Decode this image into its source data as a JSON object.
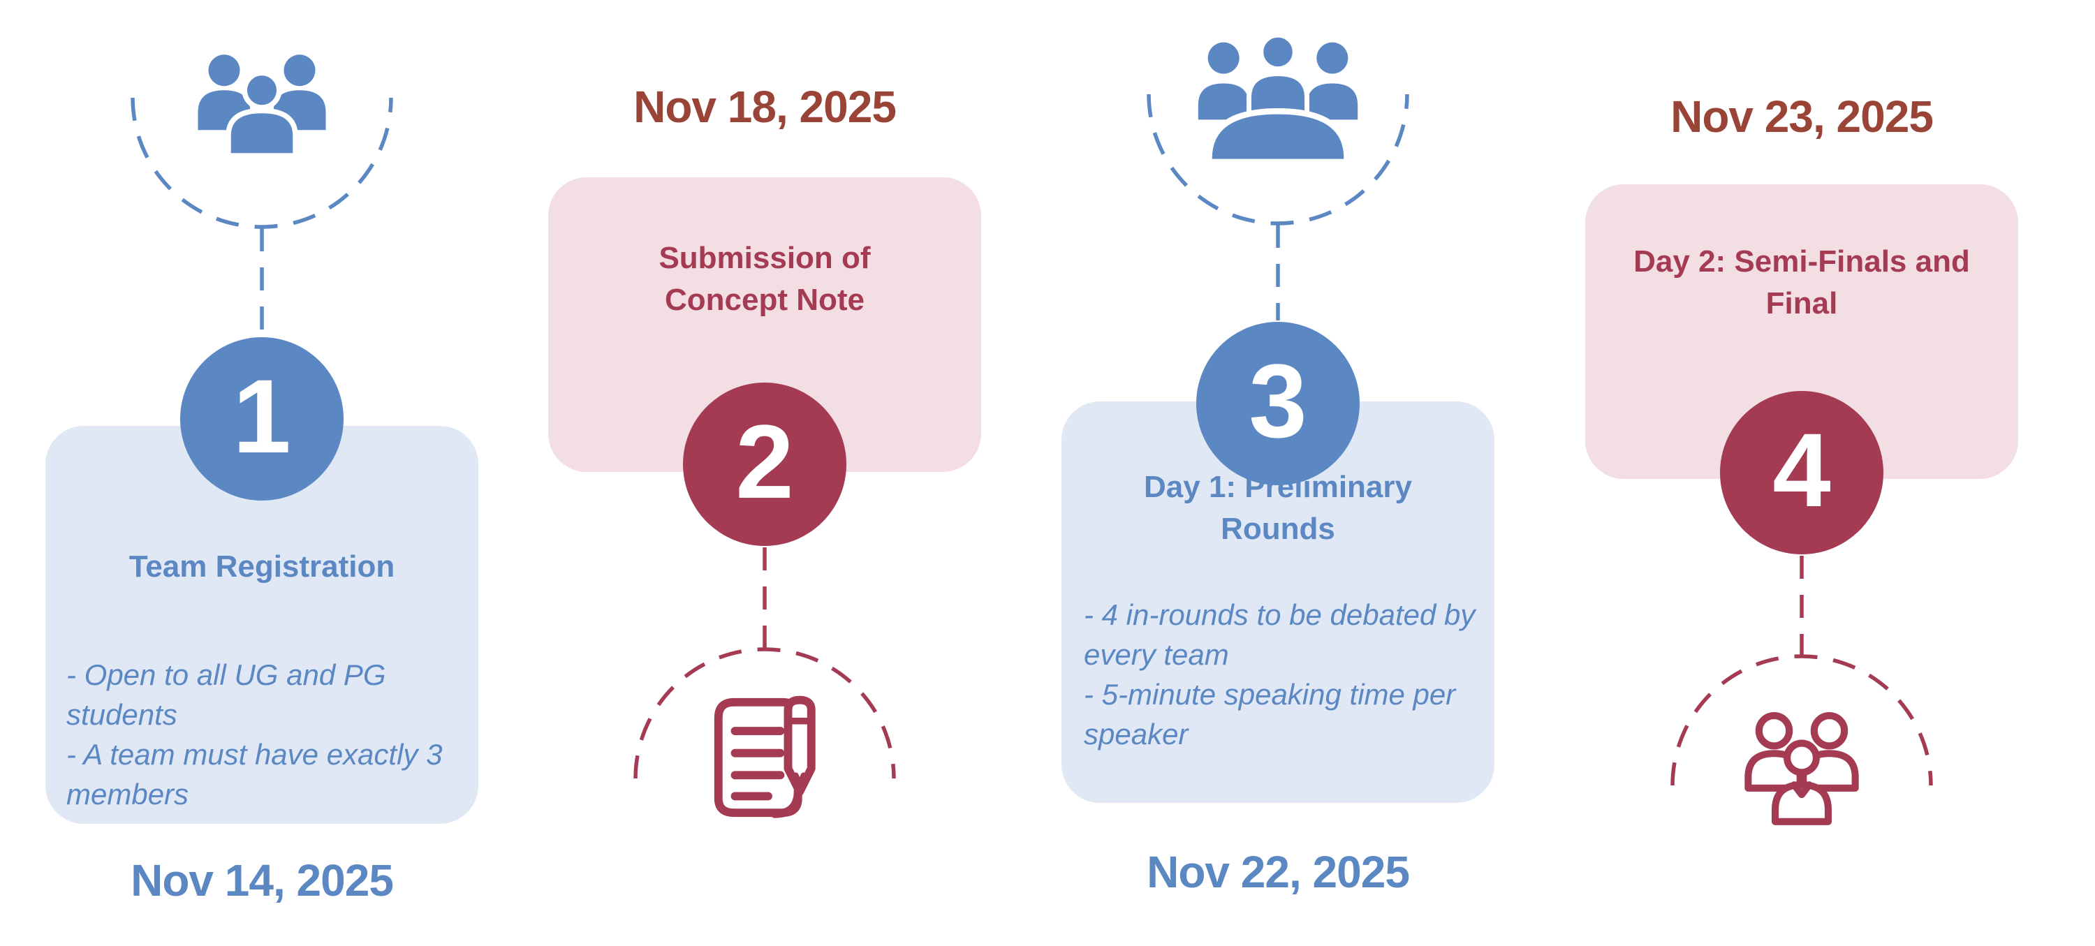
{
  "palette": {
    "blue": "#5b87c2",
    "blue_card": "#dfe8f4",
    "maroon": "#a43b53",
    "pink_card": "#f2dee3",
    "brick_date": "#9a4337",
    "number_text": "#ffffff",
    "background": "#ffffff"
  },
  "steps": [
    {
      "number": "1",
      "theme": "blue",
      "date": "Nov 14, 2025",
      "title": "Team Registration",
      "bullets": [
        "- Open to all UG and PG students",
        "- A team must have exactly 3 members"
      ],
      "icon": "team-group-icon"
    },
    {
      "number": "2",
      "theme": "maroon",
      "date": "Nov 18, 2025",
      "title": "Submission of Concept Note",
      "bullets": [],
      "icon": "document-pencil-icon"
    },
    {
      "number": "3",
      "theme": "blue",
      "date": "Nov 22, 2025",
      "title": "Day 1: Preliminary Rounds",
      "bullets": [
        "- 4 in-rounds to be debated by every team",
        "- 5-minute speaking time per speaker"
      ],
      "icon": "audience-meeting-icon"
    },
    {
      "number": "4",
      "theme": "maroon",
      "date": "Nov 23, 2025",
      "title": "Day 2: Semi-Finals and Final",
      "bullets": [],
      "icon": "finalist-team-icon"
    }
  ]
}
